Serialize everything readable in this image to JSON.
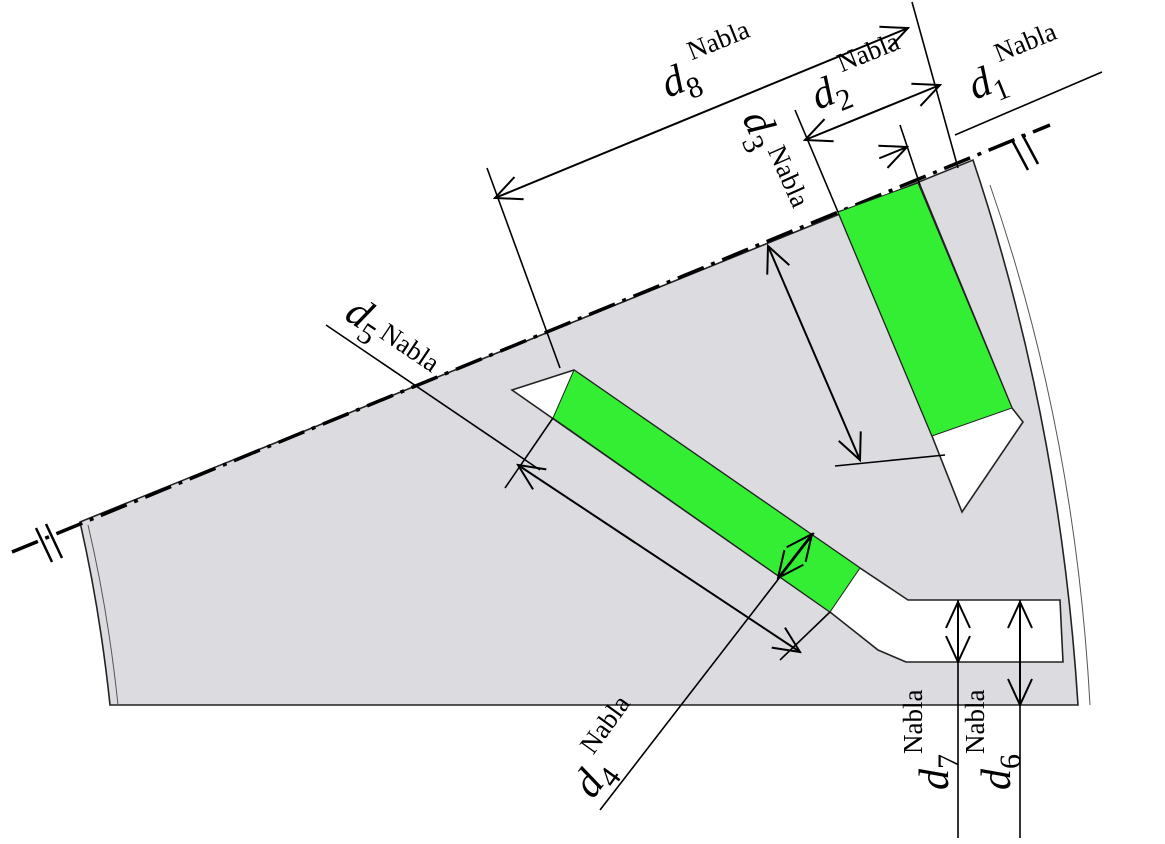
{
  "colors": {
    "sector_fill": "#dcdce0",
    "magnet_fill": "#33ee33",
    "slot_fill": "#ffffff",
    "outline": "#222222"
  },
  "labels": {
    "d1": {
      "var": "d",
      "sub": "1",
      "sup": "Nabla"
    },
    "d2": {
      "var": "d",
      "sub": "2",
      "sup": "Nabla"
    },
    "d3": {
      "var": "d",
      "sub": "3",
      "sup": "Nabla"
    },
    "d4": {
      "var": "d",
      "sub": "4",
      "sup": "Nabla"
    },
    "d5": {
      "var": "d",
      "sub": "5",
      "sup": "Nabla"
    },
    "d6": {
      "var": "d",
      "sub": "6",
      "sup": "Nabla"
    },
    "d7": {
      "var": "d",
      "sub": "7",
      "sup": "Nabla"
    },
    "d8": {
      "var": "d",
      "sub": "8",
      "sup": "Nabla"
    }
  }
}
